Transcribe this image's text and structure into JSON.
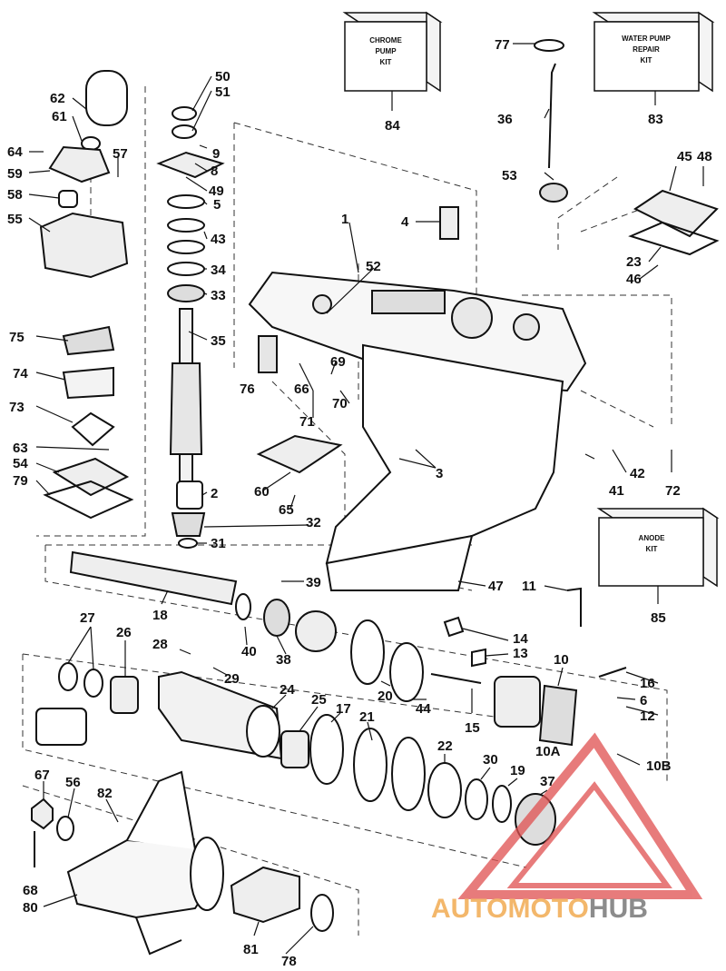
{
  "diagram": {
    "kits": {
      "chrome_pump": {
        "line1": "CHROME",
        "line2": "PUMP",
        "line3": "KIT",
        "ref": "84"
      },
      "water_pump": {
        "line1": "WATER PUMP",
        "line2": "REPAIR",
        "line3": "KIT",
        "ref": "83"
      },
      "anode": {
        "line1": "ANODE",
        "line2": "KIT",
        "ref": "85"
      }
    },
    "part_numbers": [
      "1",
      "2",
      "3",
      "4",
      "5",
      "6",
      "8",
      "9",
      "10",
      "10A",
      "10B",
      "11",
      "12",
      "13",
      "14",
      "15",
      "16",
      "17",
      "18",
      "19",
      "20",
      "21",
      "22",
      "23",
      "24",
      "25",
      "26",
      "27",
      "28",
      "29",
      "30",
      "31",
      "32",
      "33",
      "34",
      "35",
      "36",
      "37",
      "38",
      "39",
      "40",
      "41",
      "42",
      "43",
      "44",
      "45",
      "46",
      "47",
      "48",
      "49",
      "50",
      "51",
      "52",
      "53",
      "54",
      "55",
      "56",
      "57",
      "58",
      "59",
      "60",
      "61",
      "62",
      "63",
      "64",
      "65",
      "66",
      "67",
      "68",
      "69",
      "70",
      "71",
      "72",
      "73",
      "74",
      "75",
      "76",
      "77",
      "78",
      "79",
      "80",
      "81",
      "82"
    ]
  },
  "watermark": {
    "part1": "AUTO",
    "part2": "MOTO",
    "part3": "HUB",
    "color_orange": "#f3b76b",
    "color_grey": "#8c8c8c",
    "color_red": "#e05050"
  }
}
